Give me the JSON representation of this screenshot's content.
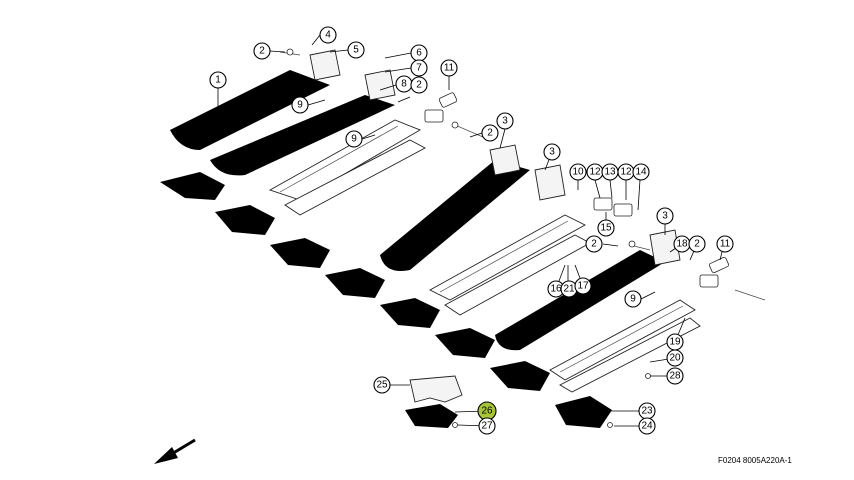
{
  "diagram": {
    "doc_ref": "F0204 8005A220A-1",
    "highlight_color": "#a8c43a",
    "callouts": [
      {
        "label": "1"
      },
      {
        "label": "2"
      },
      {
        "label": "4"
      },
      {
        "label": "5"
      },
      {
        "label": "6"
      },
      {
        "label": "7"
      },
      {
        "label": "8"
      },
      {
        "label": "2"
      },
      {
        "label": "9"
      },
      {
        "label": "9"
      },
      {
        "label": "11"
      },
      {
        "label": "2"
      },
      {
        "label": "3"
      },
      {
        "label": "3"
      },
      {
        "label": "10"
      },
      {
        "label": "12"
      },
      {
        "label": "13"
      },
      {
        "label": "12"
      },
      {
        "label": "14"
      },
      {
        "label": "15"
      },
      {
        "label": "3"
      },
      {
        "label": "2"
      },
      {
        "label": "18"
      },
      {
        "label": "2"
      },
      {
        "label": "11"
      },
      {
        "label": "16"
      },
      {
        "label": "21"
      },
      {
        "label": "17"
      },
      {
        "label": "9"
      },
      {
        "label": "19"
      },
      {
        "label": "20"
      },
      {
        "label": "28"
      },
      {
        "label": "25"
      },
      {
        "label": "26"
      },
      {
        "label": "27"
      },
      {
        "label": "23"
      },
      {
        "label": "24"
      }
    ],
    "direction_arrow": "arrow-icon"
  }
}
